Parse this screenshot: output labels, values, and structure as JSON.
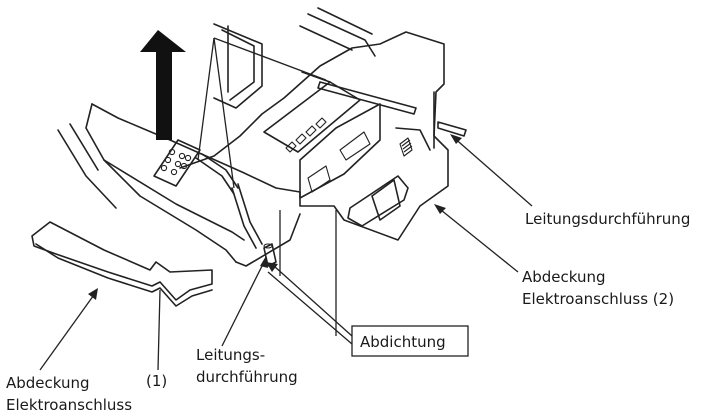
{
  "labels": {
    "leitungsdurchfuehrung_right": "Leitungsdurchführung",
    "abdeckung2_line1": "Abdeckung",
    "abdeckung2_line2": "Elektroanschluss (2)",
    "abdichtung": "Abdichtung",
    "leitungs_line1": "Leitungs-",
    "leitungs_line2": "durchführung",
    "abdeckung1_line1": "Abdeckung",
    "abdeckung1_number": "(1)",
    "abdeckung1_line2": "Elektroanschluss"
  },
  "colors": {
    "stroke": "#222222",
    "arrow_fill": "#111111",
    "background": "#ffffff"
  },
  "icons": {
    "lift_arrow": "up-arrow-icon"
  }
}
